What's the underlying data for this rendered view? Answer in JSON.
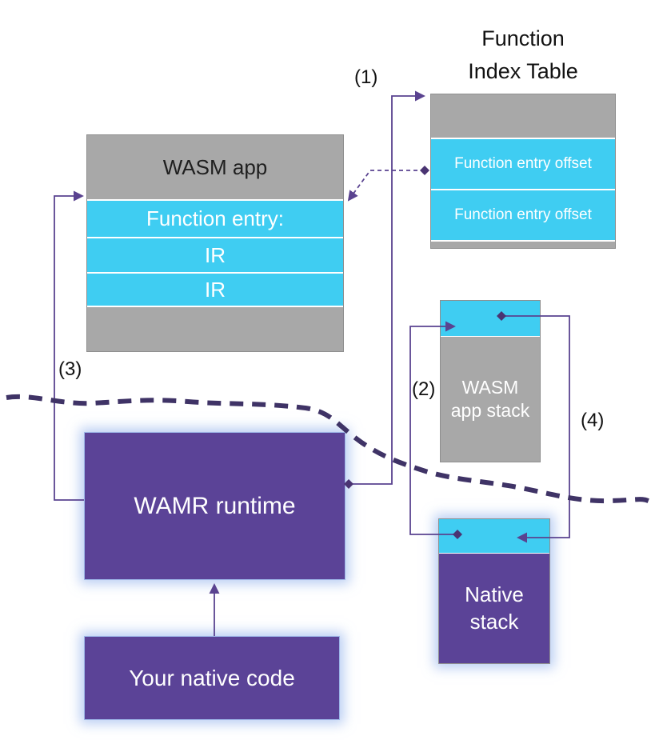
{
  "function_index_table": {
    "title_line1": "Function",
    "title_line2": "Index Table",
    "entries": [
      "Function entry offset",
      "Function entry offset"
    ]
  },
  "wasm_app": {
    "header": "WASM app",
    "rows": [
      "Function entry:",
      "IR",
      "IR"
    ]
  },
  "wasm_app_stack": {
    "label": "WASM app stack"
  },
  "wamr_runtime": {
    "label": "WAMR runtime"
  },
  "your_native_code": {
    "label": "Your native code"
  },
  "native_stack": {
    "label": "Native stack"
  },
  "annotations": {
    "a1": "(1)",
    "a2": "(2)",
    "a3": "(3)",
    "a4": "(4)"
  },
  "colors": {
    "gray_fill": "#a8a8a8",
    "cyan_fill": "#3fcdf2",
    "purple_fill": "#5b4397",
    "connector_purple": "#5a4390",
    "boundary_dash_purple": "#3f3366",
    "glow_blue": "#8cadeb"
  }
}
